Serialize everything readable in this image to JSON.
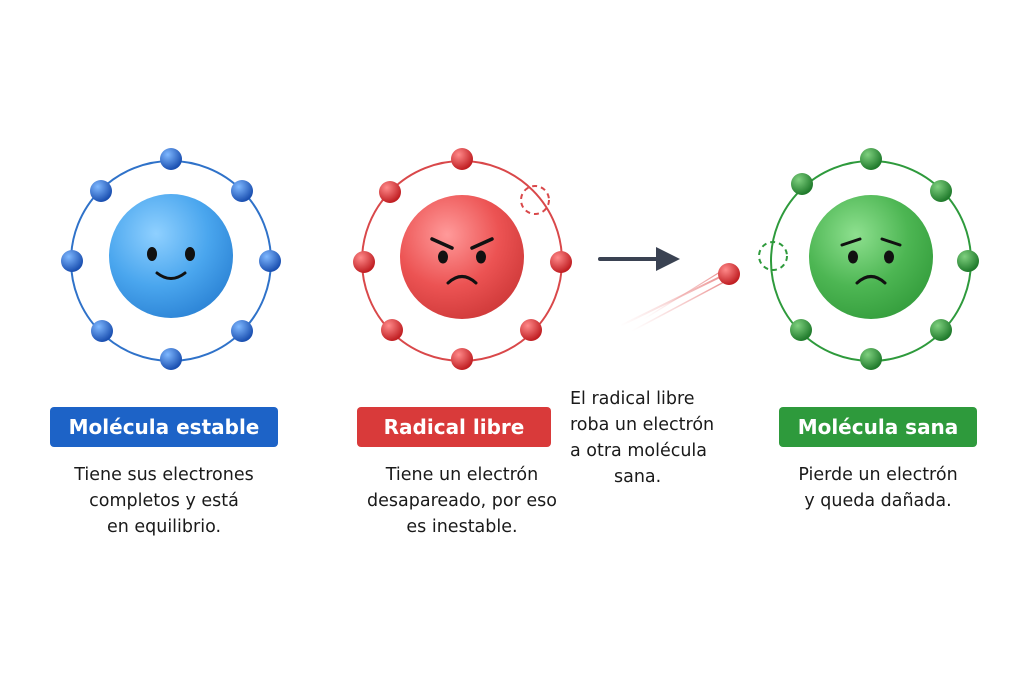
{
  "colors": {
    "stable": "#1d63c7",
    "radical": "#d93a3a",
    "healthy": "#2e9a3c",
    "arrow": "#3a4252",
    "text": "#1a1a1a"
  },
  "stable": {
    "label": "Molécula estable",
    "description": [
      "Tiene sus electrones",
      "completos y está",
      "en equilibrio."
    ],
    "icon": "happy-face-icon"
  },
  "radical": {
    "label": "Radical libre",
    "description": [
      "Tiene un electrón",
      "desapareado, por eso",
      "es inestable."
    ],
    "icon": "angry-face-icon"
  },
  "transfer": {
    "description": [
      "El radical libre",
      "roba un electrón",
      "a otra molécula",
      "sana."
    ],
    "icon": "arrow-right-icon"
  },
  "healthy": {
    "label": "Molécula sana",
    "description": [
      "Pierde un electrón",
      "y queda dañada."
    ],
    "icon": "worried-face-icon"
  }
}
